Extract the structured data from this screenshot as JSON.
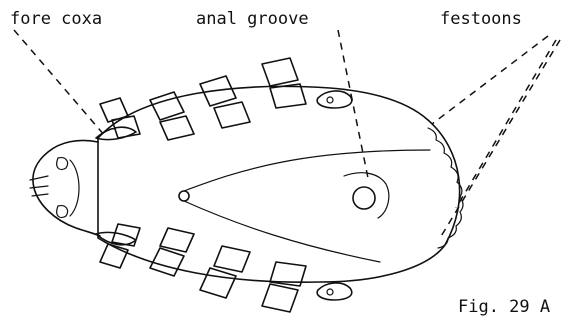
{
  "labels": {
    "fore_coxa": "fore coxa",
    "anal_groove": "anal groove",
    "festoons": "festoons",
    "figure_caption": "Fig. 29 A"
  },
  "colors": {
    "ink": "#111111",
    "background": "#ffffff"
  }
}
